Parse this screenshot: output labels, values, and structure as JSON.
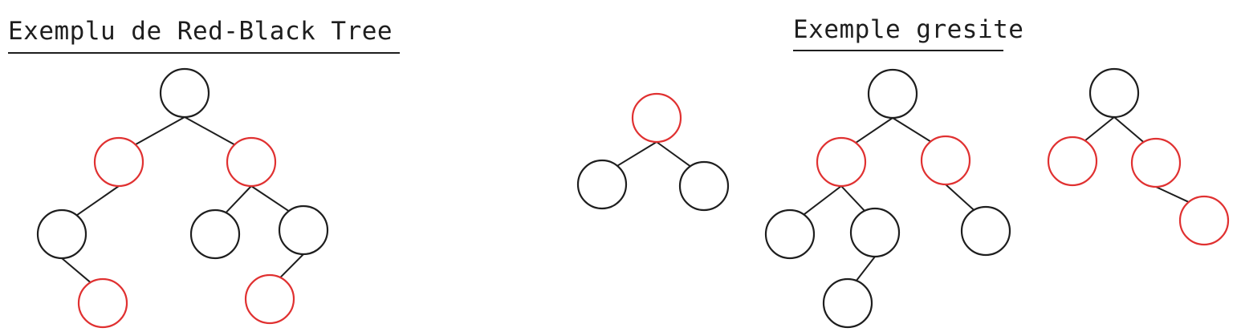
{
  "titles": {
    "left": "Exemplu de Red-Black Tree",
    "right": "Exemple gresite"
  },
  "colors": {
    "black": "#1e1e1e",
    "red": "#e03131",
    "background": "#ffffff"
  },
  "trees": [
    {
      "id": "valid-example",
      "nodes": [
        {
          "id": "a1",
          "color": "black"
        },
        {
          "id": "a2",
          "color": "red"
        },
        {
          "id": "a3",
          "color": "red"
        },
        {
          "id": "a4",
          "color": "black"
        },
        {
          "id": "a5",
          "color": "red"
        },
        {
          "id": "a6",
          "color": "black"
        },
        {
          "id": "a7",
          "color": "black"
        },
        {
          "id": "a8",
          "color": "red"
        }
      ],
      "edges": [
        [
          "a1",
          "a2"
        ],
        [
          "a1",
          "a3"
        ],
        [
          "a2",
          "a4"
        ],
        [
          "a4",
          "a5"
        ],
        [
          "a3",
          "a6"
        ],
        [
          "a3",
          "a7"
        ],
        [
          "a7",
          "a8"
        ]
      ]
    },
    {
      "id": "wrong-example-1",
      "nodes": [
        {
          "id": "b1",
          "color": "red"
        },
        {
          "id": "b2",
          "color": "black"
        },
        {
          "id": "b3",
          "color": "black"
        }
      ],
      "edges": [
        [
          "b1",
          "b2"
        ],
        [
          "b1",
          "b3"
        ]
      ]
    },
    {
      "id": "wrong-example-2",
      "nodes": [
        {
          "id": "c1",
          "color": "black"
        },
        {
          "id": "c2",
          "color": "red"
        },
        {
          "id": "c3",
          "color": "red"
        },
        {
          "id": "c4",
          "color": "black"
        },
        {
          "id": "c5",
          "color": "black"
        },
        {
          "id": "c6",
          "color": "black"
        },
        {
          "id": "c7",
          "color": "black"
        }
      ],
      "edges": [
        [
          "c1",
          "c2"
        ],
        [
          "c1",
          "c3"
        ],
        [
          "c2",
          "c4"
        ],
        [
          "c2",
          "c5"
        ],
        [
          "c5",
          "c6"
        ],
        [
          "c3",
          "c7"
        ]
      ]
    },
    {
      "id": "wrong-example-3",
      "nodes": [
        {
          "id": "d1",
          "color": "black"
        },
        {
          "id": "d2",
          "color": "red"
        },
        {
          "id": "d3",
          "color": "red"
        },
        {
          "id": "d4",
          "color": "red"
        }
      ],
      "edges": [
        [
          "d1",
          "d2"
        ],
        [
          "d1",
          "d3"
        ],
        [
          "d3",
          "d4"
        ]
      ]
    }
  ]
}
